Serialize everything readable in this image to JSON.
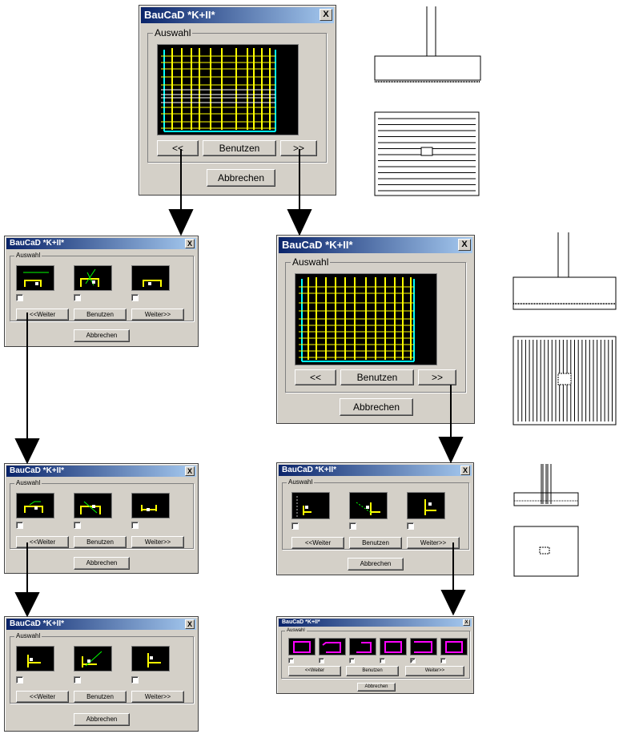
{
  "dialogs": {
    "top": {
      "title": "BauCaD *K+II*",
      "group": "Auswahl",
      "prev": "<<",
      "use": "Benutzen",
      "next": ">>",
      "cancel": "Abbrechen",
      "close": "X"
    },
    "mid_right": {
      "title": "BauCaD *K+II*",
      "group": "Auswahl",
      "prev": "<<",
      "use": "Benutzen",
      "next": ">>",
      "cancel": "Abbrechen",
      "close": "X"
    },
    "left1": {
      "title": "BauCaD *K+II*",
      "group": "Auswahl",
      "prev": "<<Weiter",
      "use": "Benutzen",
      "next": "Weiter>>",
      "cancel": "Abbrechen",
      "close": "X"
    },
    "left2": {
      "title": "BauCaD *K+II*",
      "group": "Auswahl",
      "prev": "<<Weiter",
      "use": "Benutzen",
      "next": "Weiter>>",
      "cancel": "Abbrechen",
      "close": "X"
    },
    "left3": {
      "title": "BauCaD *K+II*",
      "group": "Auswahl",
      "prev": "<<Weiter",
      "use": "Benutzen",
      "next": "Weiter>>",
      "cancel": "Abbrechen",
      "close": "X"
    },
    "right1": {
      "title": "BauCaD *K+II*",
      "group": "Auswahl",
      "prev": "<<Weiter",
      "use": "Benutzen",
      "next": "Weiter>>",
      "cancel": "Abbrechen",
      "close": "X"
    },
    "right2": {
      "title": "BauCaD *K+II*",
      "group": "Auswahl",
      "prev": "<<Weiter",
      "use": "Benutzen",
      "next": "Weiter>>",
      "cancel": "Abbrechen",
      "close": "X",
      "checked": "✓"
    }
  },
  "colors": {
    "preview_bg": "#000000",
    "grid_yellow": "#ffff00",
    "grid_cyan": "#00ffff",
    "magenta": "#ff00ff",
    "green": "#00ff00",
    "titlebar": "#0a246a"
  }
}
